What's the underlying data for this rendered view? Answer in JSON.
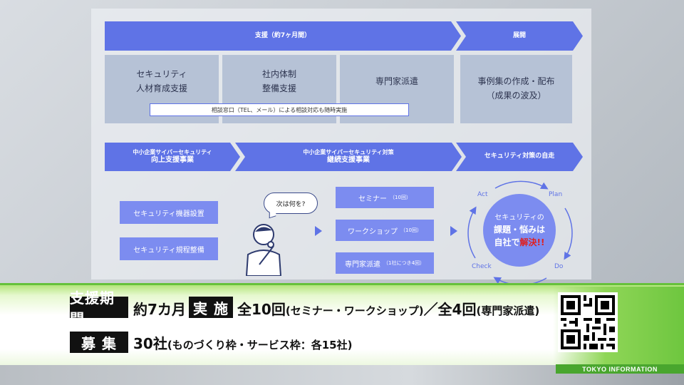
{
  "phase_top": {
    "support": "支援（約7ヶ月間）",
    "deploy": "展開"
  },
  "top_boxes": [
    {
      "line1": "セキュリティ",
      "line2": "人材育成支援"
    },
    {
      "line1": "社内体制",
      "line2": "整備支援"
    },
    {
      "line1": "専門家派遣",
      "line2": ""
    },
    {
      "line1": "事例集の作成・配布",
      "line2": "（成果の波及）"
    }
  ],
  "consult_bar": "相談窓口（TEL、メール）による相談対応も随時実施",
  "phase_bottom": [
    {
      "small": "中小企業サイバーセキュリティ",
      "big": "向上支援事業"
    },
    {
      "small": "中小企業サイバーセキュリティ対策",
      "big": "継続支援事業"
    },
    {
      "label": "セキュリティ対策の自走"
    }
  ],
  "left_boxes": [
    "セキュリティ機器設置",
    "セキュリティ規程整備"
  ],
  "bubble": "次は何を?",
  "mid_boxes": [
    {
      "label": "セミナー",
      "note": "（10回）"
    },
    {
      "label": "ワークショップ",
      "note": "（10回）"
    },
    {
      "label": "専門家派遣",
      "note": "（1社につき4回）"
    }
  ],
  "pdca": {
    "act": "Act",
    "plan": "Plan",
    "check": "Check",
    "do": "Do",
    "center_line1": "セキュリティの",
    "center_line2": "課題・悩みは",
    "center_line3a": "自社で",
    "center_line3b": "解決!!"
  },
  "caption": {
    "label_period": "支援期間",
    "value_period": "約7カ月",
    "label_exec": "実 施",
    "exec_main1": "全10回",
    "exec_paren1": "(セミナー・ワークショップ)",
    "exec_slash": "／全4回",
    "exec_paren2": "(専門家派遣)",
    "label_recruit": "募 集",
    "recruit_main": "30社",
    "recruit_paren": "(ものづくり枠・サービス枠：各15社)"
  },
  "qr_icon": "qr-code-icon",
  "footer_tag": "TOKYO  INFORMATION",
  "colors": {
    "accent_blue": "#5f73e6",
    "light_blue": "#7c8cf0",
    "gray_blue": "#b6c2d6",
    "highlight_red": "#e02020",
    "band_green": "#66c13b"
  }
}
